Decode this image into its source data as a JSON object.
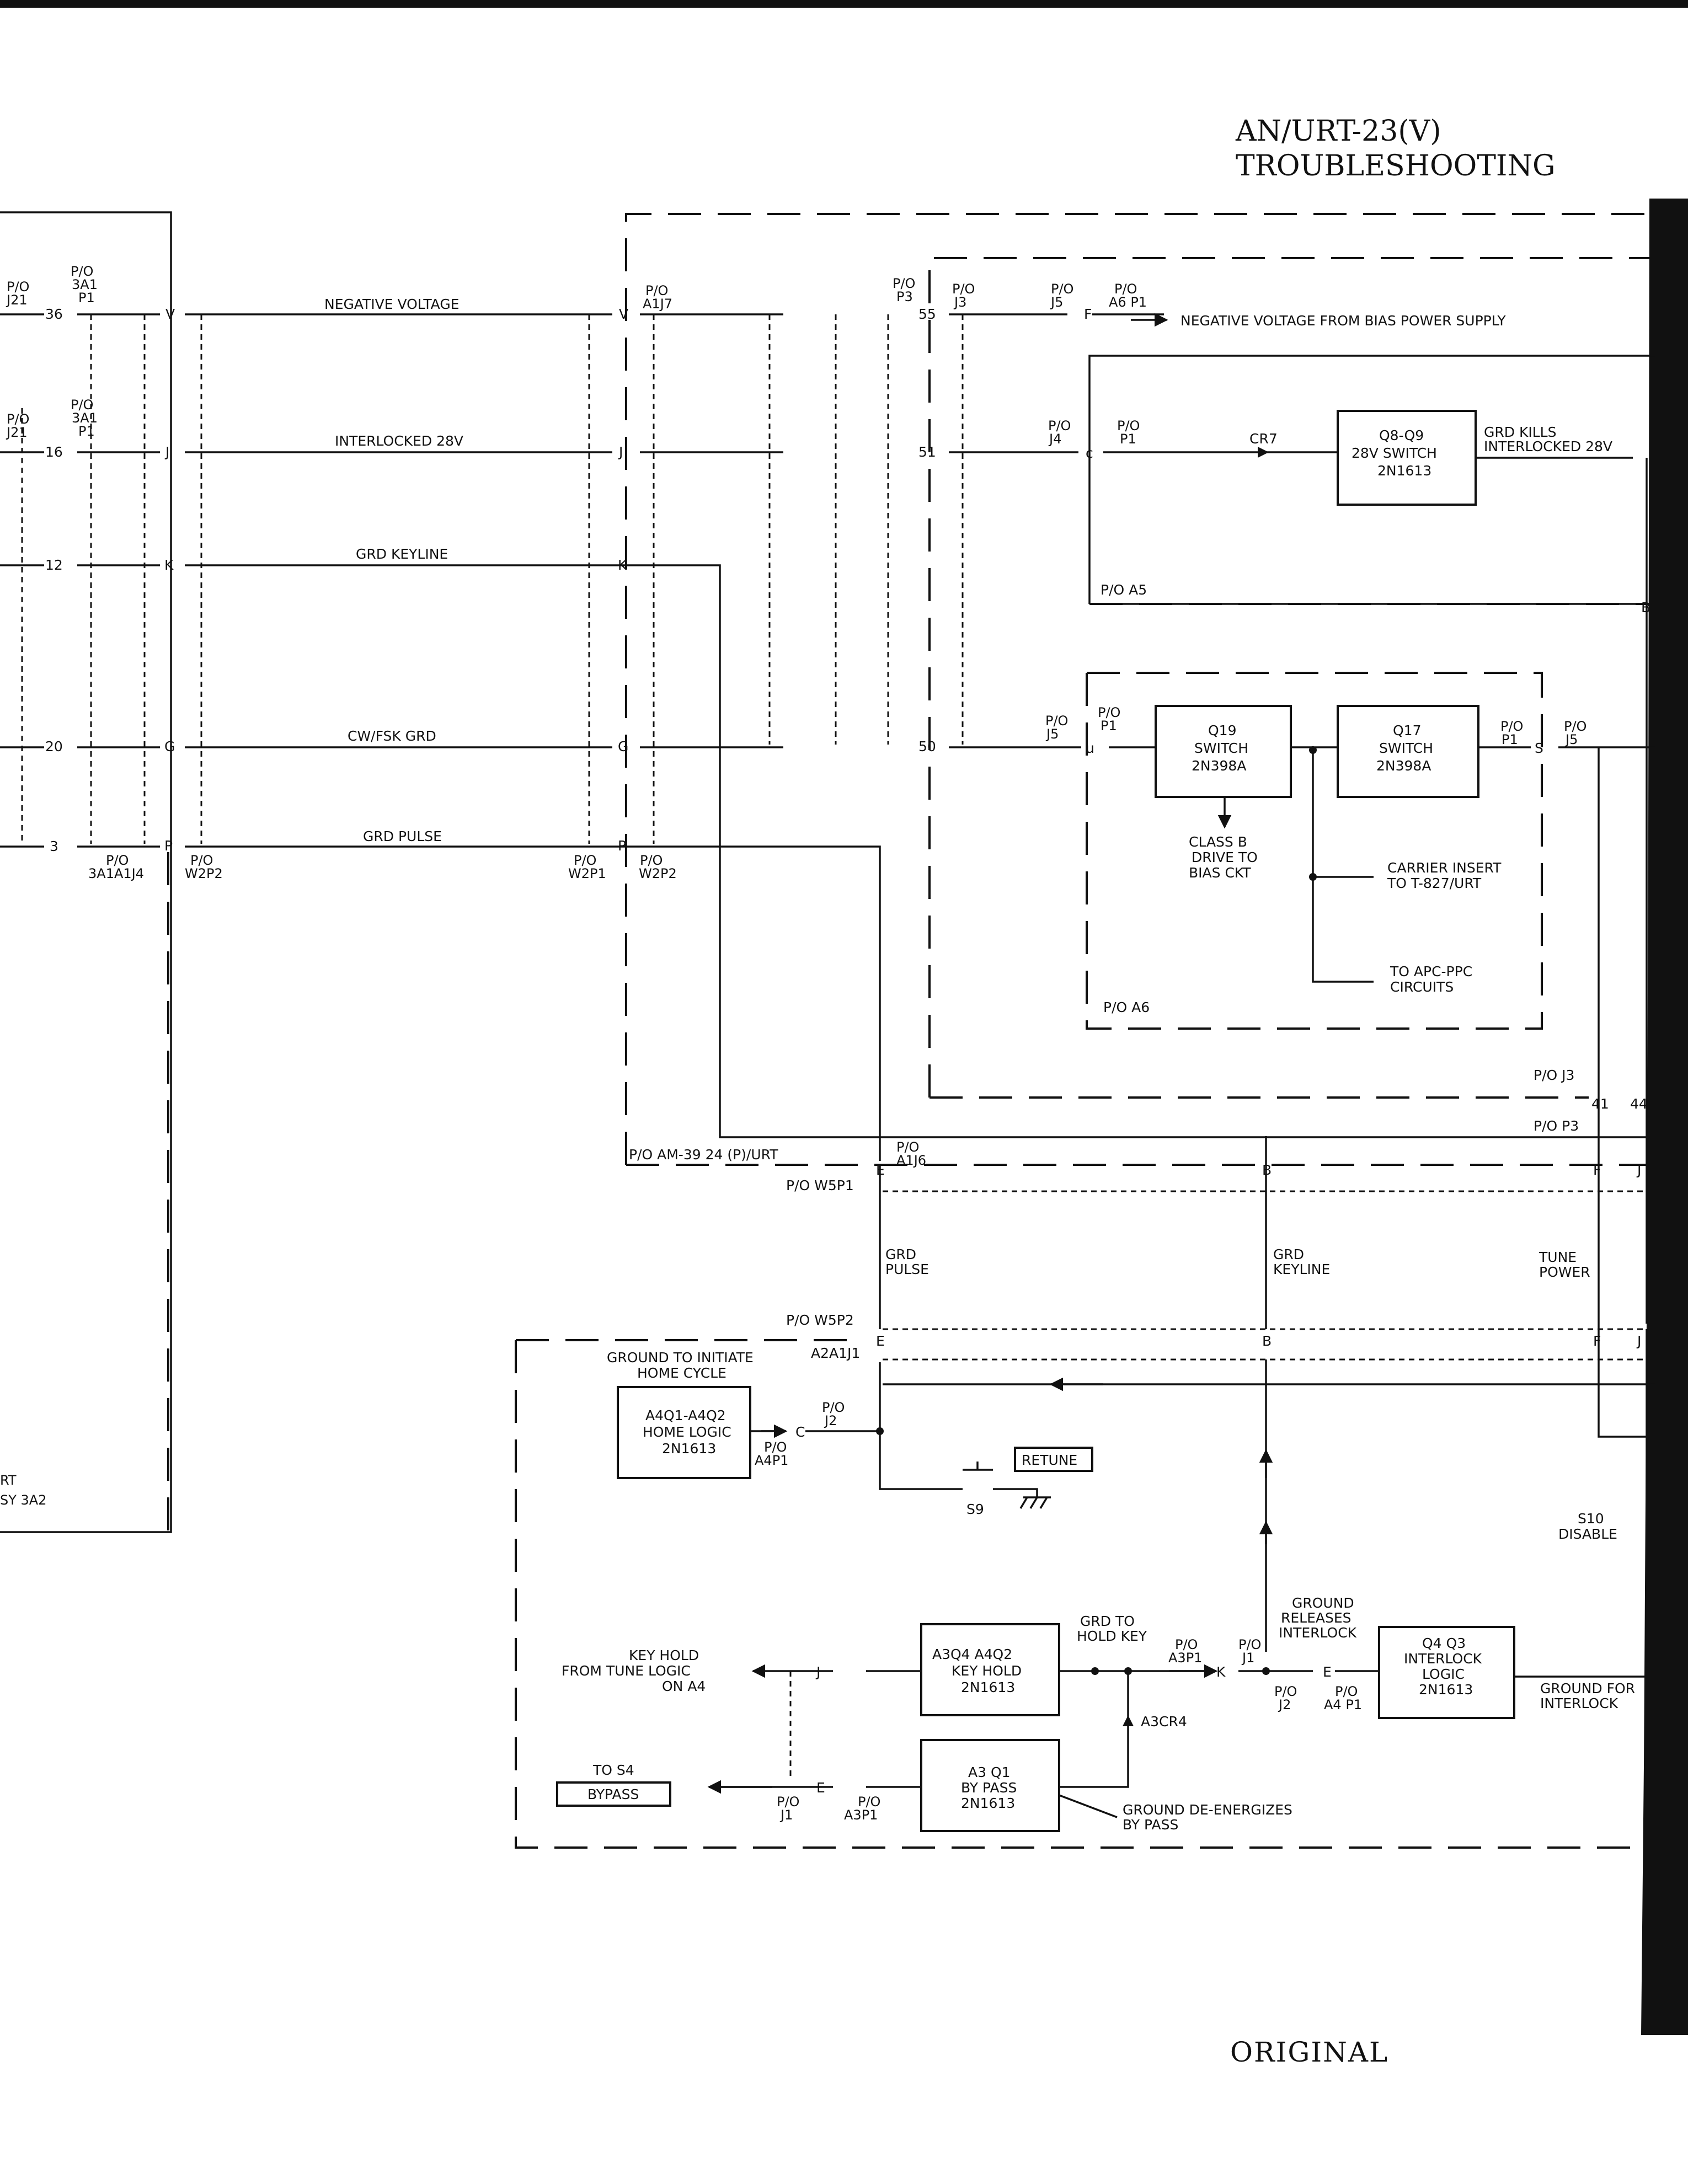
{
  "header": {
    "line1": "AN/URT-23(V)",
    "line2": "TROUBLESHOOTING"
  },
  "footer": {
    "label": "ORIGINAL"
  },
  "left_refs": {
    "a_po": "P/O",
    "a_j21": "J21",
    "a_3a1": "3A1",
    "a_p1": "P1",
    "b_po": "P/O",
    "b_j21": "J21",
    "b_3a1": "3A1",
    "b_p1": "P1",
    "pin36": "36",
    "pin16": "16",
    "pin12": "12",
    "pin20": "20",
    "pin3": "3",
    "bot_po": "P/O",
    "bot_3a1a1j4": "3A1A1J4",
    "cut1": "RT",
    "cut2": "SY 3A2"
  },
  "w2p2": {
    "po": "P/O",
    "ref": "W2P2",
    "pins": [
      "V",
      "J",
      "K",
      "G",
      "P"
    ]
  },
  "signals": {
    "neg_voltage": "NEGATIVE VOLTAGE",
    "interlocked": "INTERLOCKED 28V",
    "keyline": "GRD KEYLINE",
    "cwfsk": "CW/FSK GRD",
    "pulse": "GRD PULSE"
  },
  "w2p1": {
    "po": "P/O",
    "ref": "W2P1"
  },
  "a1j7": {
    "po": "P/O",
    "ref": "A1J7",
    "pins": [
      "V",
      "J",
      "K",
      "G",
      "P"
    ],
    "bot_po": "P/O",
    "bot_ref": "W2P2"
  },
  "p3": {
    "po": "P/O",
    "ref": "P3",
    "pins": [
      "55",
      "51",
      "50"
    ]
  },
  "j3": {
    "po": "P/O",
    "ref": "J3"
  },
  "j5_top": {
    "po": "P/O",
    "ref": "J5",
    "pin": "F"
  },
  "a6p1": {
    "po": "P/O",
    "ref": "A6 P1"
  },
  "neg_from_bias": "NEGATIVE VOLTAGE FROM BIAS POWER SUPPLY",
  "a5": {
    "j4_po": "P/O",
    "j4": "J4",
    "pin_c": "c",
    "p1_po": "P/O",
    "p1": "P1",
    "cr7": "CR7",
    "q8q9": [
      "Q8-Q9",
      "28V SWITCH",
      "2N1613"
    ],
    "kills1": "GRD KILLS",
    "kills2": "INTERLOCKED 28V",
    "label": "P/O A5",
    "pin_b": "B"
  },
  "a6": {
    "j5_po": "P/O",
    "j5": "J5",
    "pin_u": "u",
    "p1_po": "P/O",
    "p1": "P1",
    "q19": [
      "Q19",
      "SWITCH",
      "2N398A"
    ],
    "q17": [
      "Q17",
      "SWITCH",
      "2N398A"
    ],
    "rp1_po": "P/O",
    "rp1": "P1",
    "pin_s": "S",
    "rj5_po": "P/O",
    "rj5": "J5",
    "class_b": [
      "CLASS B",
      "DRIVE TO",
      "BIAS CKT"
    ],
    "carrier": [
      "CARRIER INSERT",
      "TO T-827/URT"
    ],
    "apc": [
      "TO APC-PPC",
      "CIRCUITS"
    ],
    "label": "P/O A6"
  },
  "pj3": {
    "label": "P/O J3",
    "pins": [
      "41",
      "44"
    ]
  },
  "pp3": {
    "label": "P/O P3"
  },
  "am39": {
    "label": "P/O AM-39 24 (P)/URT",
    "po": "P/O",
    "ref": "A1J6",
    "pin_e": "E"
  },
  "w5p1": {
    "label": "P/O W5P1",
    "pins": [
      "E",
      "B",
      "F",
      "J"
    ]
  },
  "mid_labels": {
    "grd_pulse": [
      "GRD",
      "PULSE"
    ],
    "grd_keyline": [
      "GRD",
      "KEYLINE"
    ],
    "tune_power": [
      "TUNE",
      "POWER"
    ]
  },
  "w5p2": {
    "label": "P/O W5P2",
    "pins": [
      "E",
      "B",
      "F",
      "J"
    ]
  },
  "a2": {
    "ground_init": [
      "GROUND TO INITIATE",
      "HOME CYCLE"
    ],
    "a2a1j1": "A2A1J1",
    "a4q1": [
      "A4Q1-A4Q2",
      "HOME LOGIC",
      "2N1613"
    ],
    "j2_po": "P/O",
    "j2": "J2",
    "pin_c": "C",
    "a4p1_po": "P/O",
    "a4p1": "A4P1",
    "retune": "RETUNE",
    "s9": "S9",
    "s10": [
      "S10",
      "DISABLE"
    ],
    "key_hold": [
      "KEY HOLD",
      "FROM TUNE LOGIC",
      "ON A4"
    ],
    "pin_j": "J",
    "pin_e": "E",
    "a3q4": [
      "A3Q4 A4Q2",
      "KEY HOLD",
      "2N1613"
    ],
    "grd_to_hold": [
      "GRD TO",
      "HOLD KEY"
    ],
    "a3p1_po": "P/O",
    "a3p1": "A3P1",
    "pin_k": "K",
    "j1_po": "P/O",
    "j1": "J1",
    "ground_rel": [
      "GROUND",
      "RELEASES",
      "INTERLOCK"
    ],
    "pin_e2": "E",
    "j2b_po": "P/O",
    "j2b": "J2",
    "a4p1b_po": "P/O",
    "a4p1b": "A4 P1",
    "q4q3": [
      "Q4 Q3",
      "INTERLOCK",
      "LOGIC",
      "2N1613"
    ],
    "ground_for": [
      "GROUND FOR",
      "INTERLOCK"
    ],
    "a3cr4": "A3CR4",
    "to_s4": "TO S4",
    "bypass": "BYPASS",
    "j1b_po": "P/O",
    "j1b": "J1",
    "a3p1b_po": "P/O",
    "a3p1b": "A3P1",
    "a3q1": [
      "A3 Q1",
      "BY PASS",
      "2N1613"
    ],
    "deenerg": [
      "GROUND DE-ENERGIZES",
      "BY PASS"
    ]
  }
}
